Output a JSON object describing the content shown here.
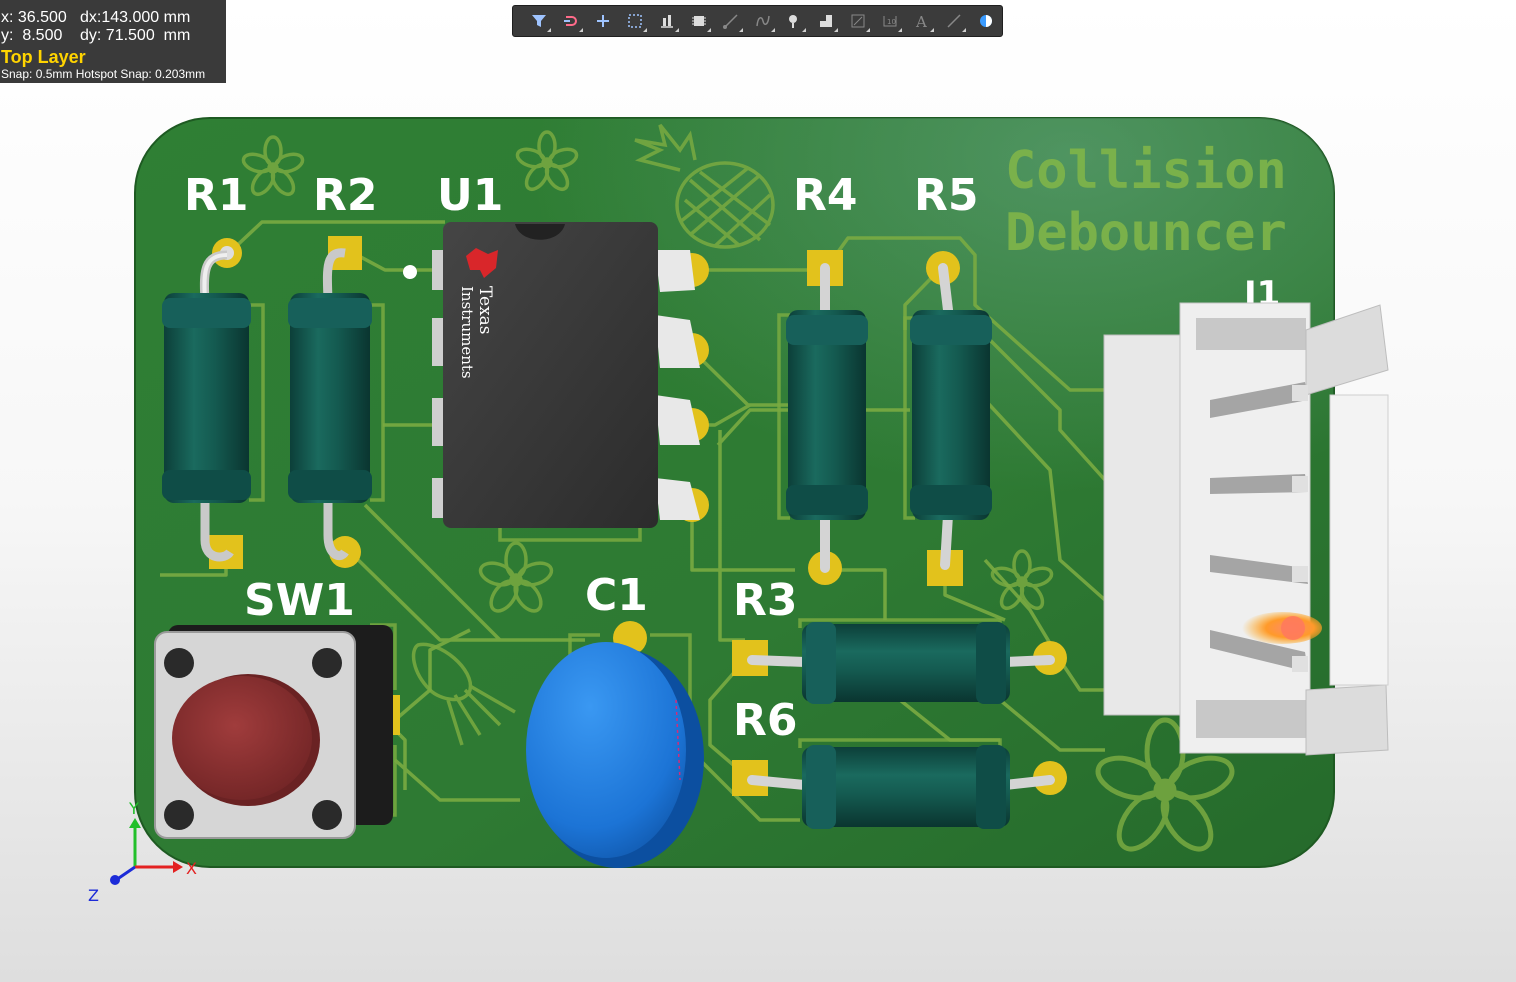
{
  "coords": {
    "x": "x: 36.500",
    "y": "y:  8.500",
    "dx": "dx:143.000 mm",
    "dy": "dy: 71.500  mm",
    "layer": "Top Layer",
    "snap": "Snap: 0.5mm Hotspot Snap: 0.203mm"
  },
  "toolbar": [
    {
      "icon": "filter-icon"
    },
    {
      "icon": "net-connect-icon"
    },
    {
      "icon": "add-icon"
    },
    {
      "icon": "select-rect-icon"
    },
    {
      "icon": "align-icon"
    },
    {
      "icon": "component-icon"
    },
    {
      "icon": "route-icon"
    },
    {
      "icon": "interactive-diff-icon"
    },
    {
      "icon": "via-icon"
    },
    {
      "icon": "polygon-icon"
    },
    {
      "icon": "region-icon"
    },
    {
      "icon": "dimension-icon"
    },
    {
      "icon": "text-icon"
    },
    {
      "icon": "line-icon"
    },
    {
      "icon": "3d-view-icon"
    }
  ],
  "board": {
    "title_line1": "Collision",
    "title_line2": "Debouncer",
    "colors": {
      "board": "#2e7d32",
      "silk_dim": "#7aab42",
      "pad": "#e2c21c",
      "resistor": "#13524a",
      "cap": "#1f7fe0",
      "button": "#8c2f30"
    }
  },
  "designators": {
    "r1": "R1",
    "r2": "R2",
    "u1": "U1",
    "r4": "R4",
    "r5": "R5",
    "sw1": "SW1",
    "c1": "C1",
    "r3": "R3",
    "r6": "R6",
    "j1": "J1"
  },
  "ic": {
    "logo_line1": "Texas",
    "logo_line2": "Instruments"
  },
  "axes": {
    "x": "X",
    "y": "Y",
    "z": "Z"
  }
}
